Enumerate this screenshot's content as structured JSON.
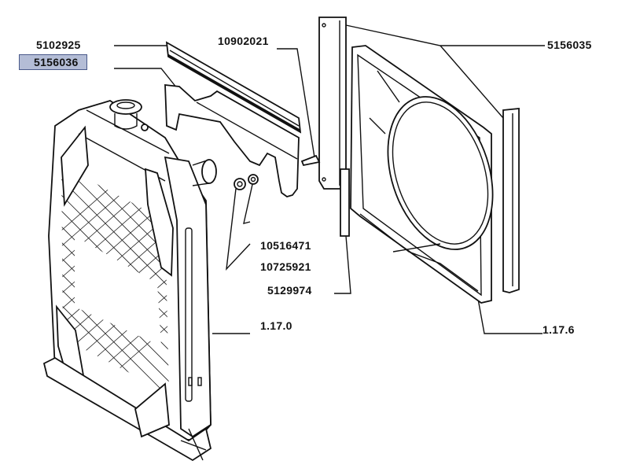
{
  "diagram": {
    "type": "exploded-parts-view",
    "selected_part": "5156036",
    "colors": {
      "selection_fill": "#b4bdd6",
      "selection_border": "#4a5a8a",
      "line": "#111111"
    },
    "callouts": [
      {
        "id": "c1",
        "part_number": "5102925"
      },
      {
        "id": "c2",
        "part_number": "5156036"
      },
      {
        "id": "c3",
        "part_number": "10902021"
      },
      {
        "id": "c4",
        "part_number": "5156035"
      },
      {
        "id": "c5",
        "part_number": "10516471"
      },
      {
        "id": "c6",
        "part_number": "10725921"
      },
      {
        "id": "c7",
        "part_number": "5129974"
      },
      {
        "id": "c8",
        "part_number": "1.17.0"
      },
      {
        "id": "c9",
        "part_number": "1.17.6"
      }
    ]
  }
}
